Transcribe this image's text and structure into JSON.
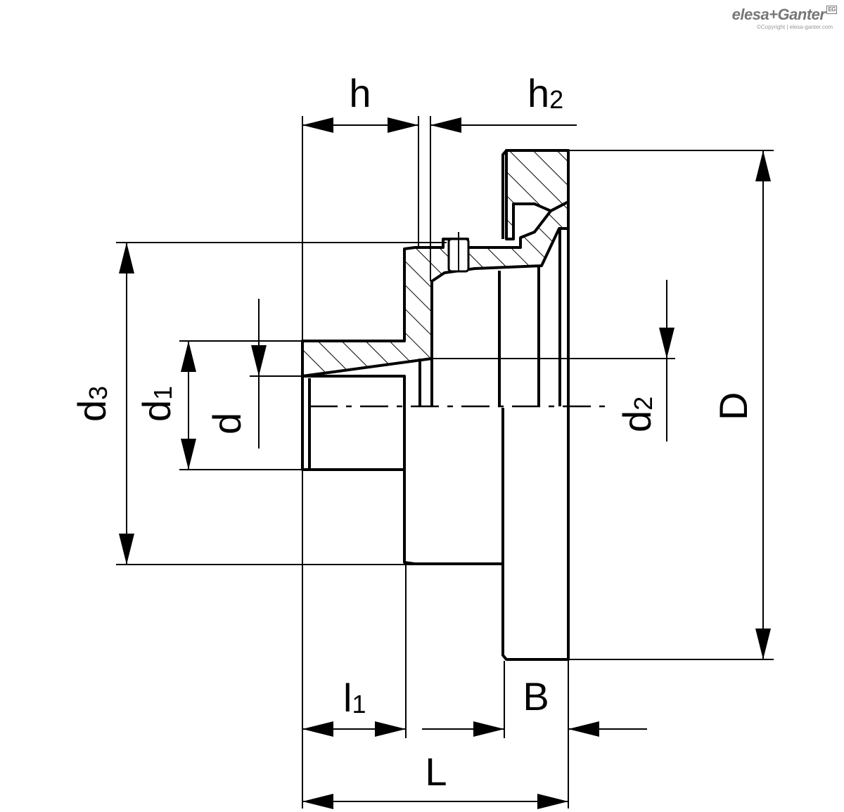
{
  "logo": {
    "text": "elesa+Ganter",
    "badge": "EG",
    "copyright": "©Copyright | elesa-ganter.com"
  },
  "dimensions": {
    "h": {
      "base": "h",
      "sub": ""
    },
    "h2": {
      "base": "h",
      "sub": "2"
    },
    "d3": {
      "base": "d",
      "sub": "3"
    },
    "d1": {
      "base": "d",
      "sub": "1"
    },
    "d": {
      "base": "d",
      "sub": ""
    },
    "d2": {
      "base": "d",
      "sub": "2"
    },
    "D": {
      "base": "D",
      "sub": ""
    },
    "l1": {
      "base": "l",
      "sub": "1"
    },
    "B": {
      "base": "B",
      "sub": ""
    },
    "L": {
      "base": "L",
      "sub": ""
    }
  },
  "colors": {
    "line": "#000000",
    "background": "#ffffff",
    "logo": "#777777"
  }
}
